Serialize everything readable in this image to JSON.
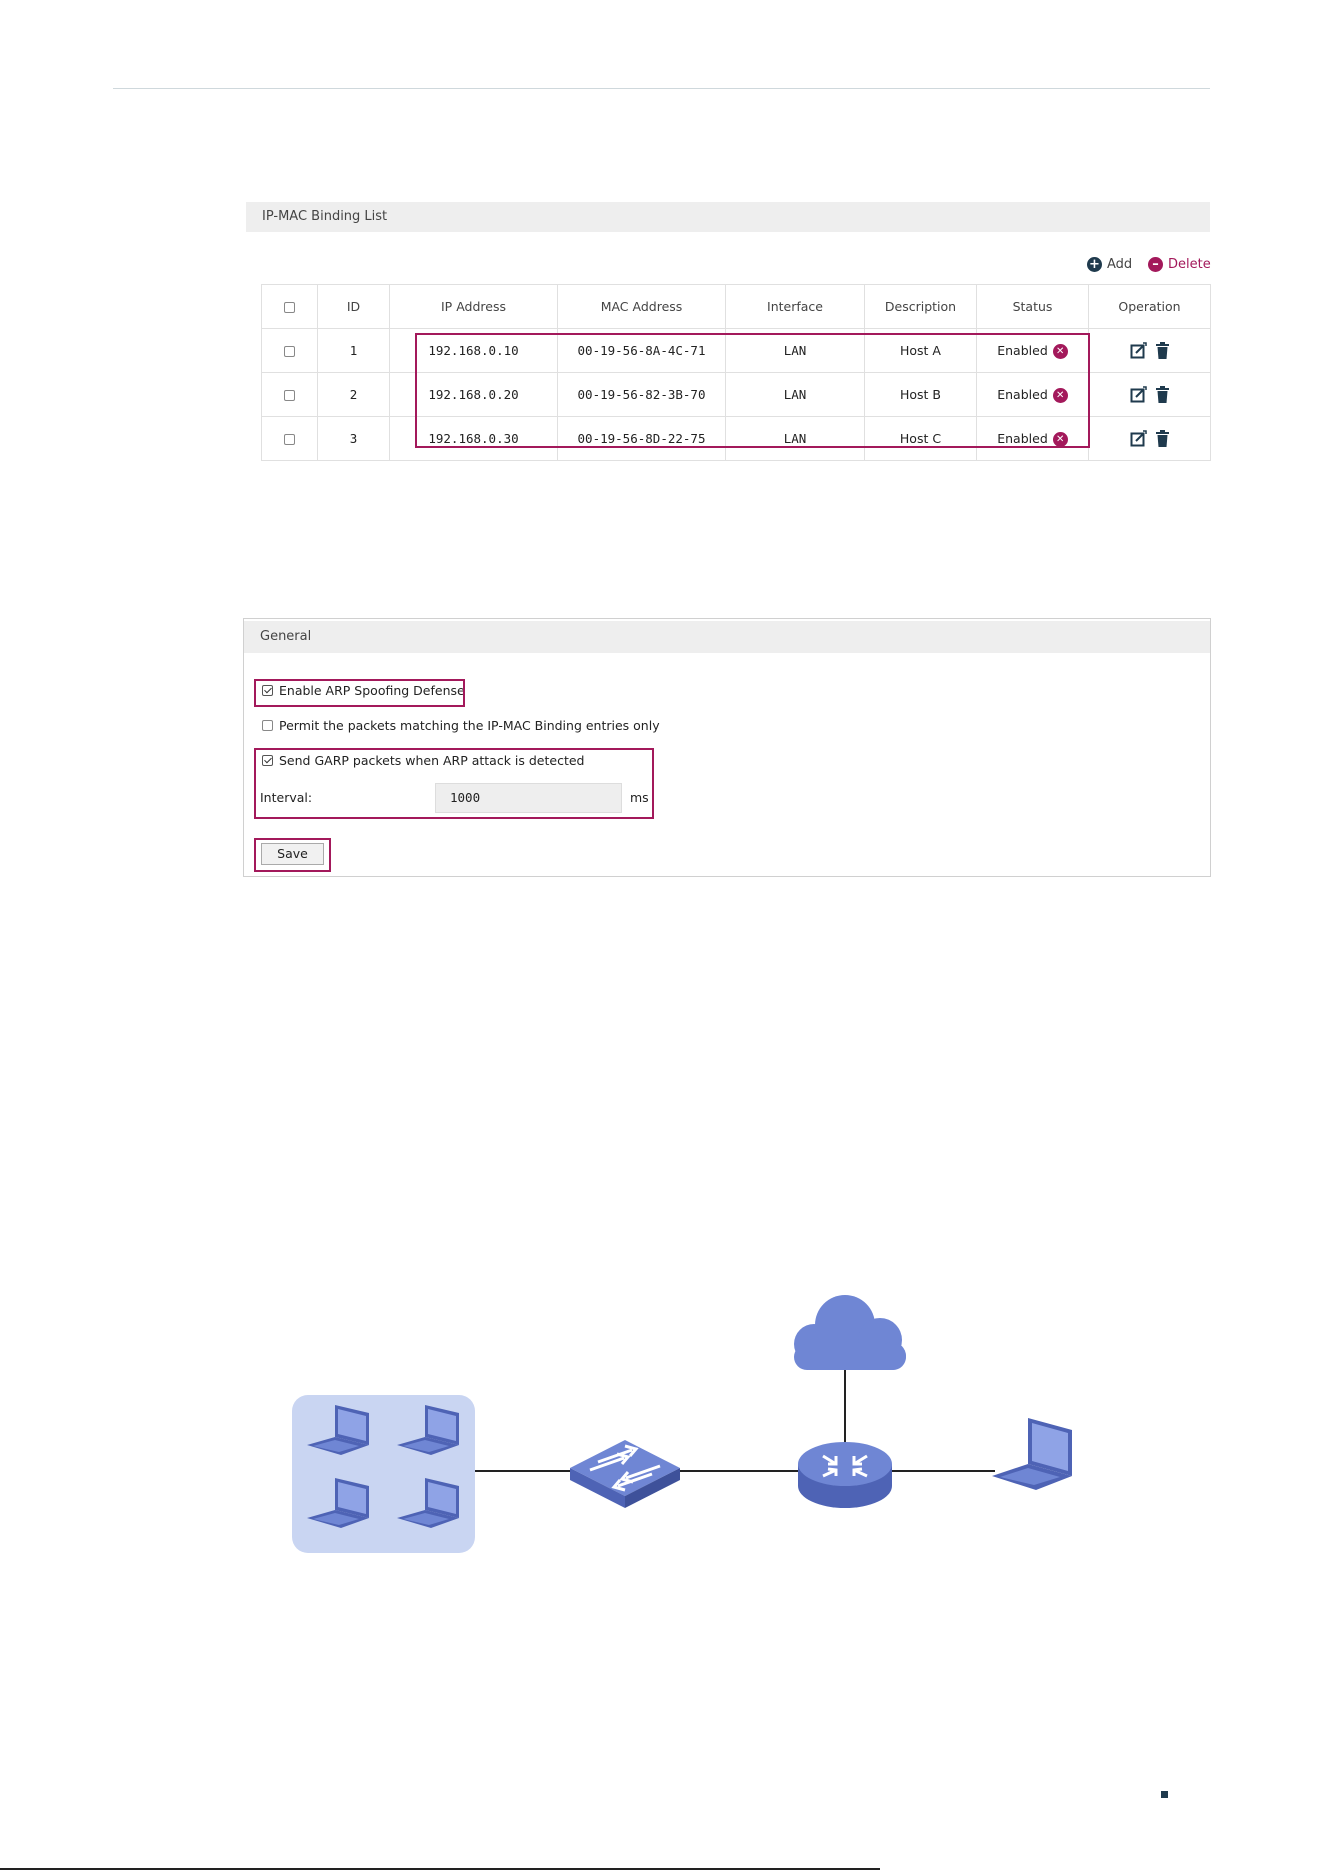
{
  "binding_list": {
    "title": "IP-MAC Binding List",
    "add_label": "Add",
    "delete_label": "Delete",
    "columns": [
      "ID",
      "IP Address",
      "MAC Address",
      "Interface",
      "Description",
      "Status",
      "Operation"
    ],
    "rows": [
      {
        "id": "1",
        "ip": "192.168.0.10",
        "mac": "00-19-56-8A-4C-71",
        "interface": "LAN",
        "description": "Host A",
        "status": "Enabled"
      },
      {
        "id": "2",
        "ip": "192.168.0.20",
        "mac": "00-19-56-82-3B-70",
        "interface": "LAN",
        "description": "Host B",
        "status": "Enabled"
      },
      {
        "id": "3",
        "ip": "192.168.0.30",
        "mac": "00-19-56-8D-22-75",
        "interface": "LAN",
        "description": "Host C",
        "status": "Enabled"
      }
    ]
  },
  "general": {
    "title": "General",
    "enable_arp_label": "Enable ARP Spoofing Defense",
    "enable_arp_checked": true,
    "permit_label": "Permit the packets matching the IP-MAC Binding entries only",
    "permit_checked": false,
    "send_garp_label": "Send GARP packets when ARP attack is detected",
    "send_garp_checked": true,
    "interval_label": "Interval:",
    "interval_value": "1000",
    "interval_unit": "ms",
    "save_label": "Save"
  },
  "colors": {
    "highlight": "#a3195b",
    "device": "#6f86d4",
    "device_dark": "#4e63b5",
    "group_bg": "#c9d5f2"
  }
}
